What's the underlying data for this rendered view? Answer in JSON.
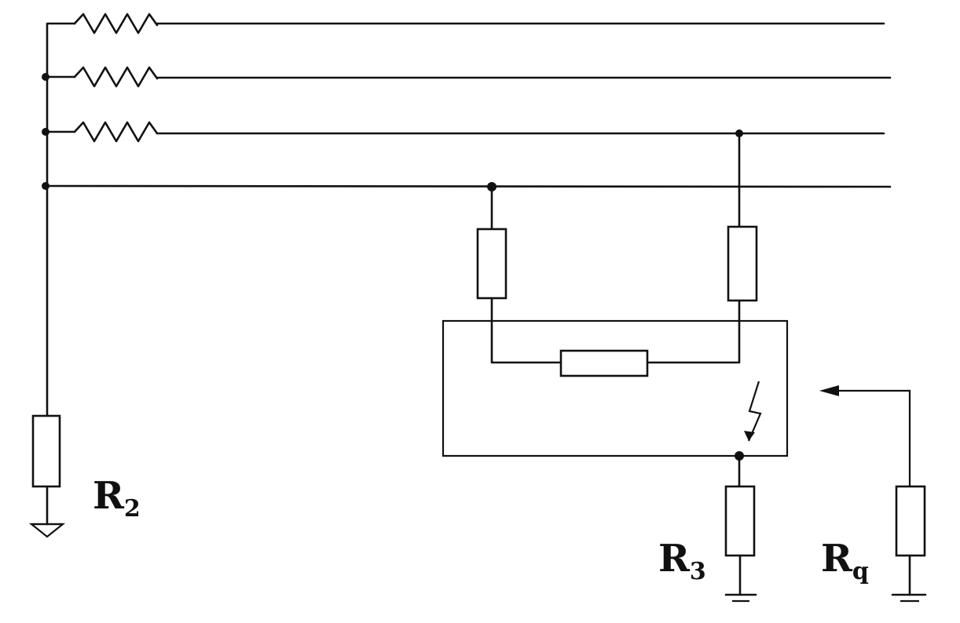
{
  "labels": {
    "r2": {
      "main": "R",
      "sub": "2"
    },
    "r3": {
      "main": "R",
      "sub": "3"
    },
    "r4": {
      "main": "R",
      "sub": "q"
    }
  }
}
